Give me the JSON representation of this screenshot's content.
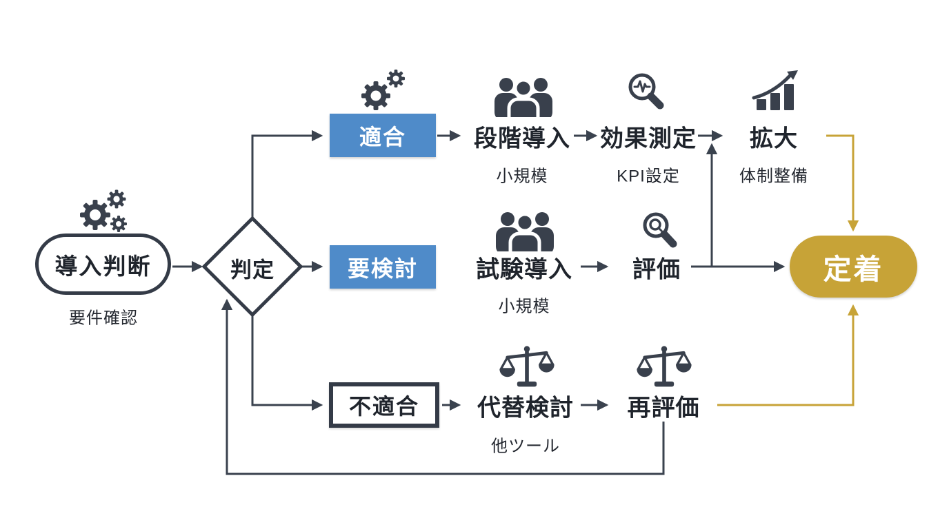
{
  "diagram_type": "flowchart",
  "colors": {
    "dark": "#343b47",
    "line": "#3a424e",
    "blue_box": "#4f8bc9",
    "gold": "#c7a337",
    "white": "#ffffff"
  },
  "nodes": {
    "start": {
      "label": "導入判断",
      "sublabel": "要件確認",
      "icon": "gears-icon"
    },
    "decision": {
      "label": "判定"
    },
    "fit": {
      "label": "適合",
      "icon": "gears-icon"
    },
    "phased_rollout": {
      "label": "段階導入",
      "sublabel": "小規模",
      "icon": "team-icon"
    },
    "effect_measure": {
      "label": "効果測定",
      "sublabel": "KPI設定",
      "icon": "search-pulse-icon"
    },
    "expand": {
      "label": "拡大",
      "sublabel": "体制整備",
      "icon": "growth-chart-icon"
    },
    "needs_review": {
      "label": "要検討"
    },
    "trial_rollout": {
      "label": "試験導入",
      "sublabel": "小規模",
      "icon": "team-icon"
    },
    "evaluation": {
      "label": "評価",
      "icon": "search-icon"
    },
    "unfit": {
      "label": "不適合"
    },
    "alternative": {
      "label": "代替検討",
      "sublabel": "他ツール",
      "icon": "scales-icon"
    },
    "reevaluation": {
      "label": "再評価",
      "icon": "scales-icon"
    },
    "settlement": {
      "label": "定着"
    }
  }
}
